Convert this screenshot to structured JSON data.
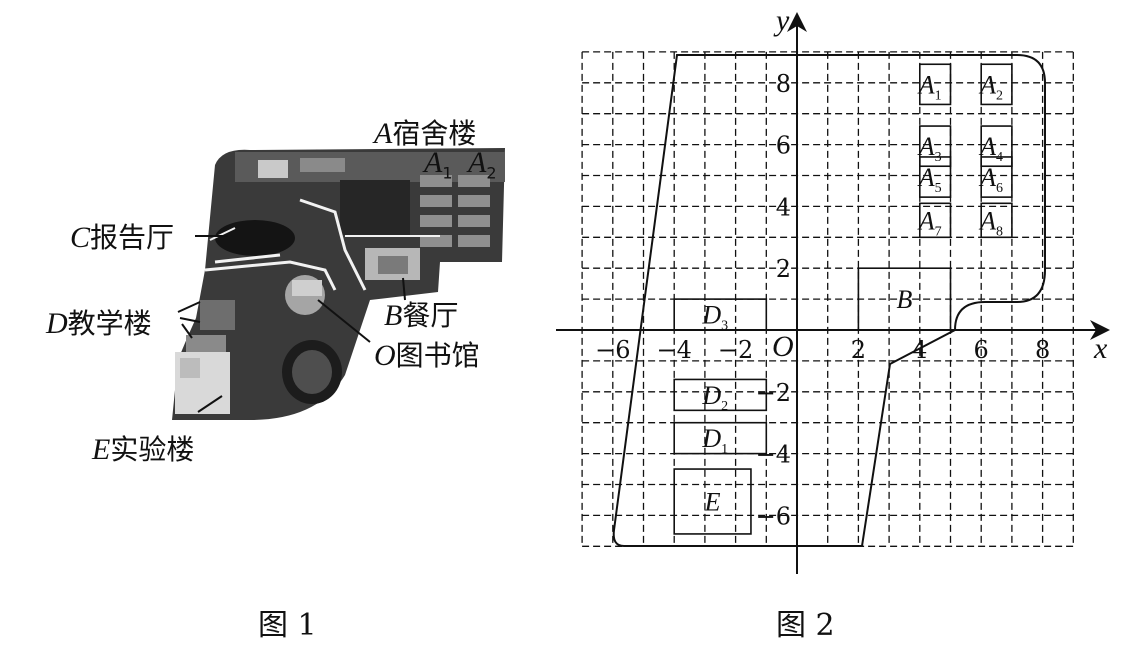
{
  "figure1": {
    "caption": "图 1",
    "labels": {
      "A": {
        "letter": "A",
        "text": "宿舍楼"
      },
      "A1": {
        "letter": "A",
        "sub": "1"
      },
      "A2": {
        "letter": "A",
        "sub": "2"
      },
      "C": {
        "letter": "C",
        "text": "报告厅"
      },
      "B": {
        "letter": "B",
        "text": "餐厅"
      },
      "D": {
        "letter": "D",
        "text": "教学楼"
      },
      "O": {
        "letter": "O",
        "text": "图书馆"
      },
      "E": {
        "letter": "E",
        "text": "实验楼"
      }
    }
  },
  "figure2": {
    "caption": "图 2",
    "x_axis_label": "x",
    "y_axis_label": "y",
    "origin_label": "O",
    "x_ticks": [
      -6,
      -4,
      -2,
      2,
      4,
      6,
      8
    ],
    "y_ticks": [
      8,
      6,
      4,
      2,
      -2,
      -4,
      -6
    ],
    "grid": {
      "x_range": [
        -7,
        9
      ],
      "y_range": [
        -7,
        9
      ],
      "step": 1,
      "style": "dashed"
    },
    "buildings": [
      {
        "letter": "A",
        "sub": "1",
        "x": [
          4,
          5
        ],
        "y": [
          7.3,
          8.6
        ]
      },
      {
        "letter": "A",
        "sub": "2",
        "x": [
          6,
          7
        ],
        "y": [
          7.3,
          8.6
        ]
      },
      {
        "letter": "A",
        "sub": "3",
        "x": [
          4,
          5
        ],
        "y": [
          5.3,
          6.6
        ]
      },
      {
        "letter": "A",
        "sub": "4",
        "x": [
          6,
          7
        ],
        "y": [
          5.3,
          6.6
        ]
      },
      {
        "letter": "A",
        "sub": "5",
        "x": [
          4,
          5
        ],
        "y": [
          4.3,
          5.6
        ]
      },
      {
        "letter": "A",
        "sub": "6",
        "x": [
          6,
          7
        ],
        "y": [
          4.3,
          5.6
        ]
      },
      {
        "letter": "A",
        "sub": "7",
        "x": [
          4,
          5
        ],
        "y": [
          3,
          4.1
        ]
      },
      {
        "letter": "A",
        "sub": "8",
        "x": [
          6,
          7
        ],
        "y": [
          3,
          4.1
        ]
      },
      {
        "letter": "B",
        "sub": "",
        "x": [
          2,
          5
        ],
        "y": [
          0,
          2
        ]
      },
      {
        "letter": "D",
        "sub": "3",
        "x": [
          -4,
          -1
        ],
        "y": [
          0,
          1
        ]
      },
      {
        "letter": "D",
        "sub": "2",
        "x": [
          -4,
          -1
        ],
        "y": [
          -2.6,
          -1.6
        ]
      },
      {
        "letter": "D",
        "sub": "1",
        "x": [
          -4,
          -1
        ],
        "y": [
          -4,
          -3
        ]
      },
      {
        "letter": "E",
        "sub": "",
        "x": [
          -4,
          -1.5
        ],
        "y": [
          -6.6,
          -4.5
        ]
      }
    ]
  }
}
